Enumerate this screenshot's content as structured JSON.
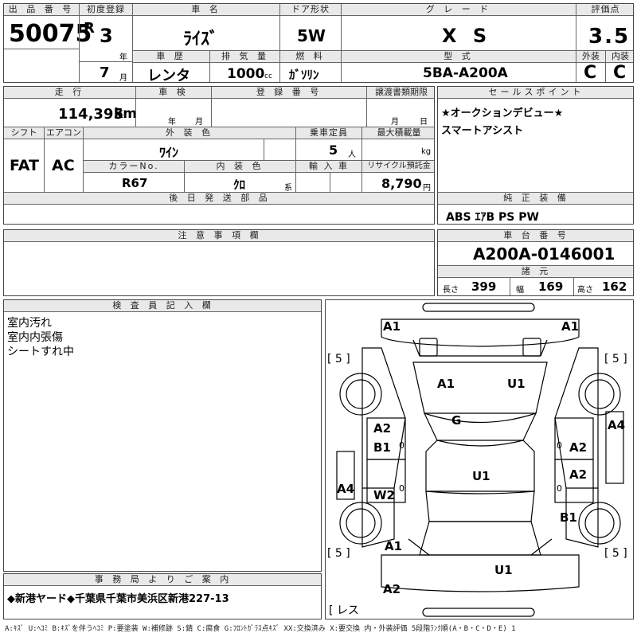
{
  "header": {
    "lot_label": "出 品 番 号",
    "lot_number": "50075",
    "first_reg_label": "初度登録",
    "era": "R",
    "year_value": "3",
    "year_unit": "年",
    "month_value": "7",
    "month_unit": "月",
    "car_name_label": "車 名",
    "car_name": "ﾗｲｽﾞ",
    "door_label": "ドア形状",
    "door_value": "5W",
    "grade_label": "グ レ ー ド",
    "grade_value": "X S",
    "score_label": "評価点",
    "score_value": "3.5",
    "history_label": "車 歴",
    "history_value": "レンタ",
    "displacement_label": "排 気 量",
    "displacement_value": "1000",
    "displacement_unit": "cc",
    "fuel_label": "燃 料",
    "fuel_value": "ｶﾞｿﾘﾝ",
    "model_label": "型 式",
    "model_value": "5BA-A200A",
    "exterior_label": "外装",
    "exterior_value": "C",
    "interior_label": "内装",
    "interior_value": "C"
  },
  "middle": {
    "mileage_label": "走 行",
    "mileage_value": "114,395",
    "mileage_unit": "km",
    "inspection_label": "車 検",
    "inspection_year": "年",
    "inspection_month": "月",
    "reg_no_label": "登 録 番 号",
    "transfer_label": "譲渡書類期限",
    "transfer_month": "月",
    "transfer_day": "日",
    "shift_label": "シフト",
    "shift_value": "FAT",
    "ac_label": "エアコン",
    "ac_value": "AC",
    "ext_color_label": "外 装 色",
    "ext_color_value": "ﾜｲﾝ",
    "capacity_label": "乗車定員",
    "capacity_value": "5",
    "capacity_unit": "人",
    "max_load_label": "最大積載量",
    "max_load_unit": "kg",
    "color_no_label": "カラーNo.",
    "color_no_value": "R67",
    "int_color_label": "内 装 色",
    "int_color_value": "ｸﾛ",
    "int_color_unit": "系",
    "import_label": "輸 入 車",
    "recycle_label": "リサイクル預託金",
    "recycle_value": "8,790",
    "recycle_unit": "円",
    "later_parts_label": "後 日 発 送 部 品",
    "notes_label": "注 意 事 項 欄"
  },
  "sales": {
    "label": "セールスポイント",
    "line1": "★オークションデビュー★",
    "line2": "スマートアシスト"
  },
  "equipment": {
    "label": "純 正 装 備",
    "value": "ABS ｴｱB PS PW"
  },
  "chassis": {
    "label": "車 台 番 号",
    "value": "A200A-0146001",
    "spec_label": "諸 元",
    "length_label": "長さ",
    "length_value": "399",
    "width_label": "幅",
    "width_value": "169",
    "height_label": "高さ",
    "height_value": "162"
  },
  "inspector": {
    "label": "検 査 員 記 入 欄",
    "line1": "室内汚れ",
    "line2": "室内内張傷",
    "line3": "シートすれ中"
  },
  "office": {
    "label": "事 務 局 よ り ご 案 内",
    "text": "◆新港ヤード◆千葉県千葉市美浜区新港227-13"
  },
  "diagram": {
    "marks": [
      "A1",
      "A1",
      "A1",
      "U1",
      "G",
      "A2",
      "B1",
      "A2",
      "A4",
      "A4",
      "A2",
      "W2",
      "U1",
      "B1",
      "A1",
      "U1",
      "A2"
    ],
    "tire_depths": [
      "5",
      "5",
      "5",
      "5"
    ],
    "zeros": [
      "0",
      "0",
      "0",
      "0"
    ],
    "lens_label": "レス"
  },
  "legend": "A:ｷｽﾞ U:ﾍｺﾐ B:ｷｽﾞを伴うﾍｺﾐ P:要塗装 W:補修跡 S:錆 C:腐食 G:ﾌﾛﾝﾄｶﾞﾗｽ点ｷｽﾞ XX:交換済み X:要交換 内・外装評価 5段階ﾗﾝｸ順(A・B・C・D・E) 1"
}
